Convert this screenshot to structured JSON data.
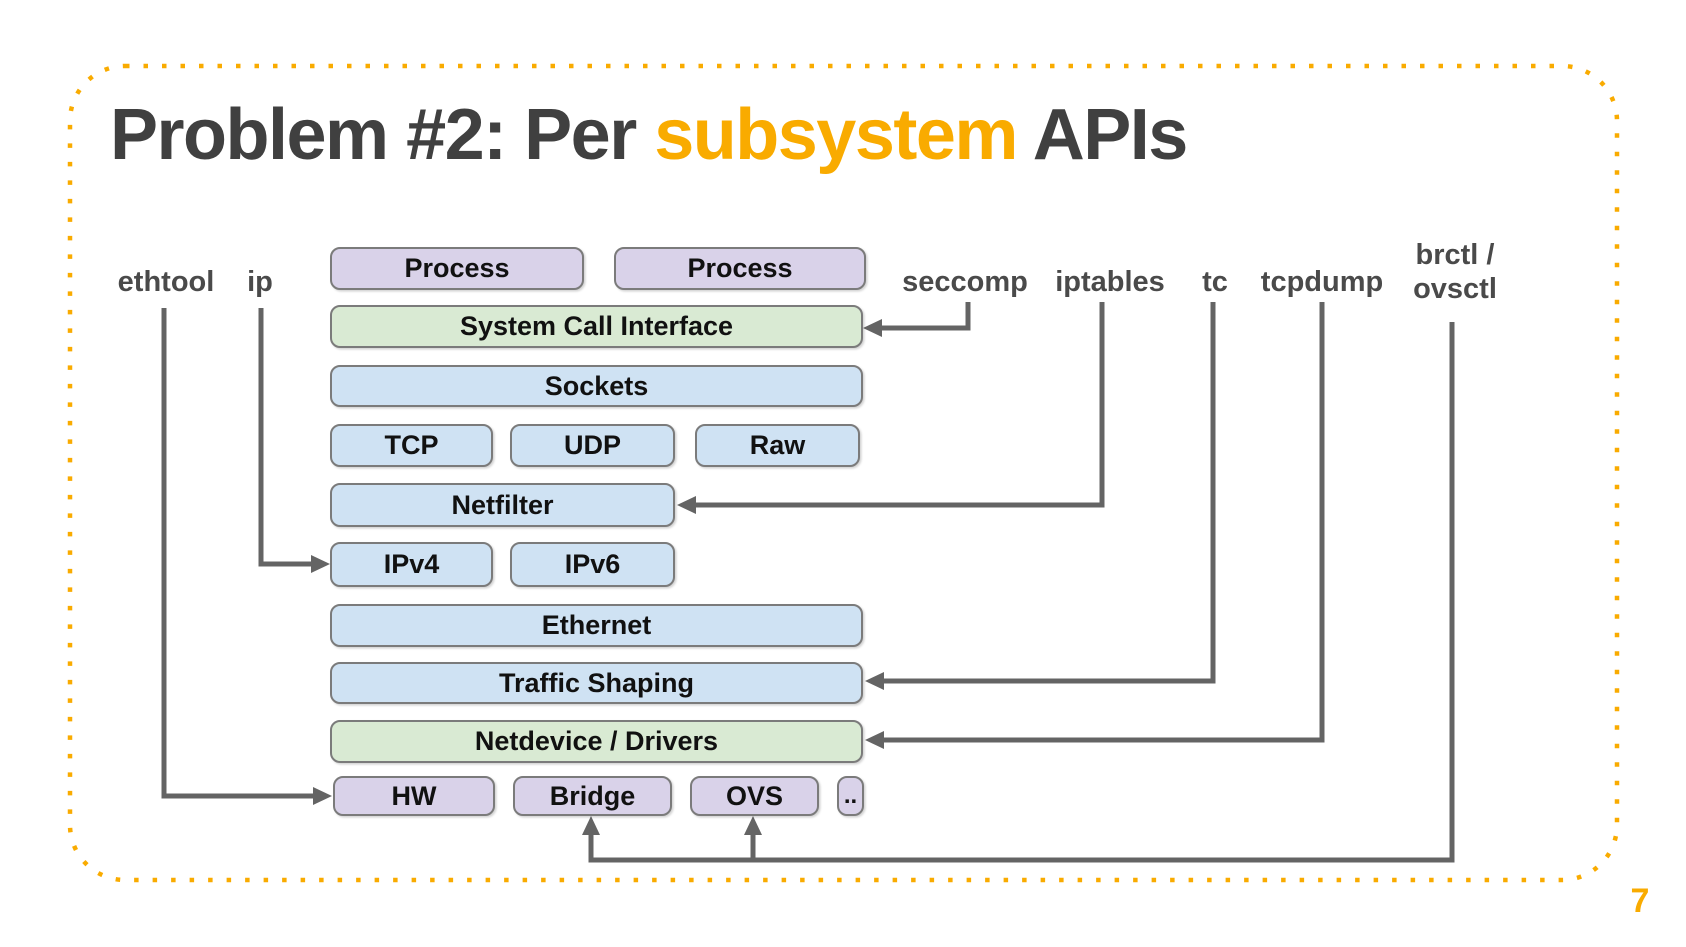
{
  "title": {
    "prefix": "Problem #2: Per ",
    "highlight": "subsystem",
    "suffix": " APIs"
  },
  "page_number": "7",
  "colors": {
    "accent_orange": "#F9AB00",
    "title_gray": "#404040",
    "label_gray": "#4A4A4A",
    "line_gray": "#646464",
    "box_border_gray": "#7B7B7B",
    "box_purple": "#D9D2E9",
    "box_green": "#D9EAD3",
    "box_blue": "#CFE2F3"
  },
  "tool_labels": {
    "ethtool": "ethtool",
    "ip": "ip",
    "seccomp": "seccomp",
    "iptables": "iptables",
    "tc": "tc",
    "tcpdump": "tcpdump",
    "brctl_line1": "brctl /",
    "brctl_line2": "ovsctl"
  },
  "stack_boxes": {
    "process_1": "Process",
    "process_2": "Process",
    "system_call_interface": "System Call Interface",
    "sockets": "Sockets",
    "tcp": "TCP",
    "udp": "UDP",
    "raw": "Raw",
    "netfilter": "Netfilter",
    "ipv4": "IPv4",
    "ipv6": "IPv6",
    "ethernet": "Ethernet",
    "traffic_shaping": "Traffic Shaping",
    "netdevice_drivers": "Netdevice / Drivers",
    "hw": "HW",
    "bridge": "Bridge",
    "ovs": "OVS",
    "more": ".."
  },
  "connections": [
    {
      "tool": "ethtool",
      "target": "HW"
    },
    {
      "tool": "ip",
      "target": "IPv4"
    },
    {
      "tool": "seccomp",
      "target": "System Call Interface"
    },
    {
      "tool": "iptables",
      "target": "Netfilter"
    },
    {
      "tool": "tc",
      "target": "Traffic Shaping"
    },
    {
      "tool": "tcpdump",
      "target": "Netdevice / Drivers"
    },
    {
      "tool": "brctl / ovsctl",
      "target": "Bridge, OVS"
    }
  ]
}
